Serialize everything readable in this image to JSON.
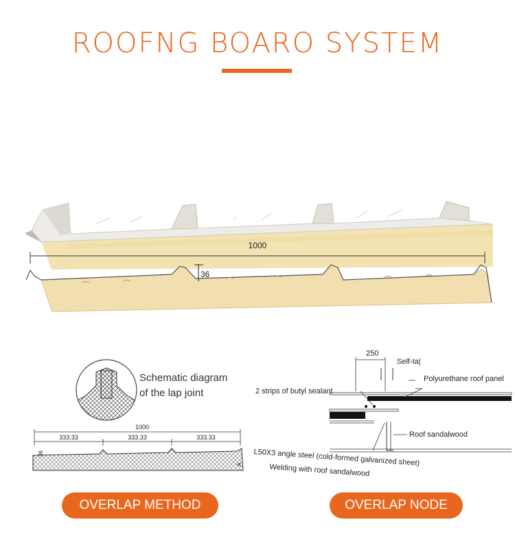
{
  "header": {
    "title": "ROOFNG BOARO SYSTEM",
    "accent_color": "#e8661d"
  },
  "profile_drawing": {
    "width_label": "1000",
    "rib_height_label": "36"
  },
  "lap_joint": {
    "caption_line1": "Schematic diagram",
    "caption_line2": "of the lap joint"
  },
  "overlap_method": {
    "total_label": "1000",
    "segment_labels": [
      "333.33",
      "333.33",
      "333.33"
    ],
    "rib_label": "36",
    "end_label": "A",
    "button_label": "OVERLAP METHOD"
  },
  "overlap_node": {
    "dim_label": "250",
    "self_tap_label": "Self-ta|",
    "panel_label": "Polyurethane roof panel",
    "sealant_label": "2 strips of butyl sealant",
    "purlin_label": "Roof sandalwood",
    "angle_label": "L50X3 angle steel (cold-formed galvanized sheet)",
    "welding_label": "Welding with roof sandalwood",
    "button_label": "OVERLAP NODE"
  }
}
